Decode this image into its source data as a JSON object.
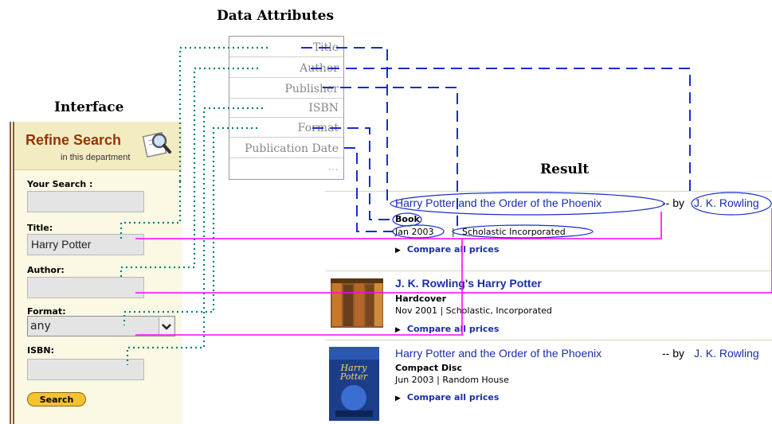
{
  "headings": {
    "data_attributes": "Data Attributes",
    "interface": "Interface",
    "result": "Result"
  },
  "attributes": [
    "Title",
    "Author",
    "Publisher",
    "ISBN",
    "Format",
    "Publication Date",
    "..."
  ],
  "refine": {
    "title": "Refine Search",
    "subtitle": "in this department",
    "icon": "magnifier-icon",
    "your_search_label": "Your Search :",
    "your_search_value": "",
    "title_label": "Title:",
    "title_value": "Harry Potter",
    "author_label": "Author:",
    "author_value": "",
    "format_label": "Format:",
    "format_value": "any",
    "isbn_label": "ISBN:",
    "isbn_value": "",
    "search_button": "Search"
  },
  "results": [
    {
      "title": "Harry Potter and the Order of the Phoenix",
      "by": "-- by",
      "author": "J. K. Rowling",
      "format": "Book",
      "date": "Jan 2003",
      "sep": "|",
      "publisher": "Scholastic Incorporated",
      "compare": "Compare all prices"
    },
    {
      "title": "J. K. Rowling's Harry Potter",
      "format": "Hardcover",
      "date_pub": "Nov 2001 | Scholastic, Incorporated",
      "compare": "Compare all prices"
    },
    {
      "title": "Harry Potter and the Order of the Phoenix",
      "by": "-- by",
      "author": "J. K. Rowling",
      "format": "Compact Disc",
      "date_pub": "Jun 2003 | Random House",
      "compare": "Compare all prices"
    }
  ],
  "colors": {
    "dotted_link": "#008080",
    "dashed_link": "#1a2ec8",
    "magenta_link": "#ff00ff",
    "refine_title": "#993300",
    "result_link": "#1a2ea8"
  }
}
